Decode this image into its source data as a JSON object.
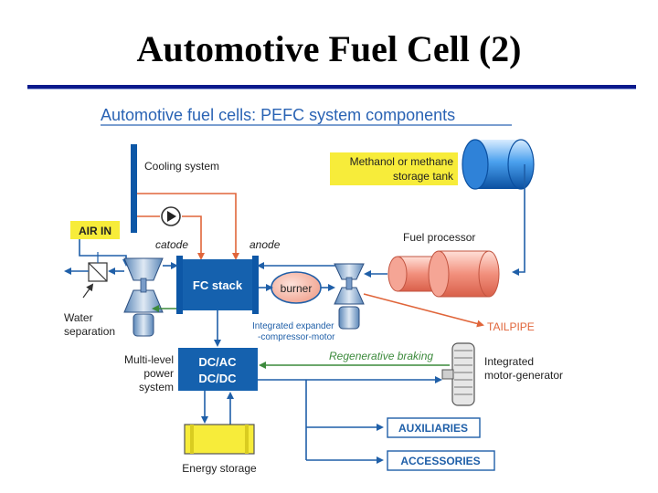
{
  "slide": {
    "title": "Automotive Fuel Cell (2)"
  },
  "diagram": {
    "heading": "Automotive fuel cells: PEFC system components",
    "labels": {
      "cooling_system": "Cooling system",
      "tank_line1": "Methanol or methane",
      "tank_line2": "storage tank",
      "air_in": "AIR IN",
      "catode": "catode",
      "anode": "anode",
      "fuel_processor": "Fuel processor",
      "fc_stack": "FC stack",
      "burner": "burner",
      "water_sep_line1": "Water",
      "water_sep_line2": "separation",
      "expander_line1": "Integrated expander",
      "expander_line2": "-compressor-motor",
      "tailpipe": "TAILPIPE",
      "power_line1": "Multi-level",
      "power_line2": "power",
      "power_line3": "system",
      "dcac": "DC/AC",
      "dcdc": "DC/DC",
      "regen_braking": "Regenerative braking",
      "motor_gen_line1": "Integrated",
      "motor_gen_line2": "motor-generator",
      "auxiliaries": "AUXILIARIES",
      "accessories": "ACCESSORIES",
      "energy_storage": "Energy storage"
    },
    "colors": {
      "flow_blue": "#1f5fa8",
      "flow_red": "#e0653a",
      "flow_green": "#3c8a3c",
      "box_blue": "#0d57a6",
      "highlight_yellow": "#f7ec3a",
      "heading_blue": "#2a63b4",
      "title_rule": "#0b1a8c"
    },
    "icons": [
      "pump-icon",
      "heat-exchanger-icon",
      "turbo-compressor-icon",
      "motor-icon",
      "wheel-icon"
    ]
  }
}
